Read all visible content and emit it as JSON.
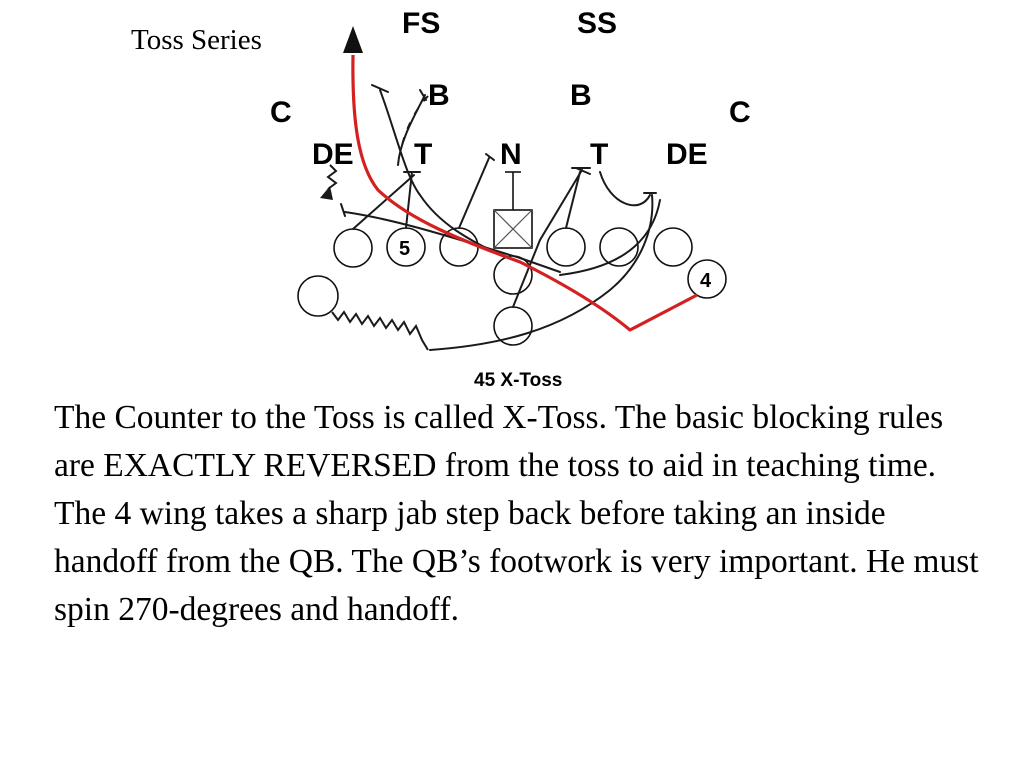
{
  "slide": {
    "title": "Toss Series",
    "body": "The Counter to the Toss is called X-Toss. The basic blocking rules are EXACTLY REVERSED from the toss to aid in teaching time. The 4 wing takes a sharp jab step back before taking an inside handoff from the QB. The QB’s footwork is very important. He must spin 270-degrees and handoff."
  },
  "diagram": {
    "play_name": "45 X-Toss",
    "defense": {
      "fs": "FS",
      "ss": "SS",
      "corner_left": "C",
      "corner_right": "C",
      "backer_left": "B",
      "backer_right": "B",
      "de_left": "DE",
      "de_right": "DE",
      "tackle_left": "T",
      "tackle_right": "T",
      "nose": "N"
    },
    "offense": {
      "back_5": "5",
      "wing_4": "4"
    },
    "colors": {
      "ball_carrier_path": "#d42020",
      "blocking_path": "#1a1a1a"
    }
  }
}
